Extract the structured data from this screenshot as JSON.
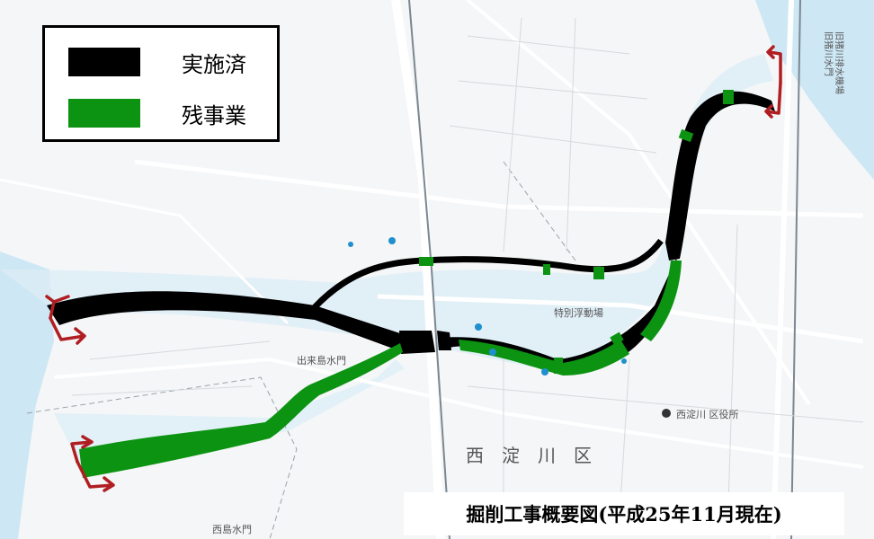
{
  "legend": {
    "items": [
      {
        "label": "実施済",
        "color": "#000000"
      },
      {
        "label": "残事業",
        "color": "#0b9311"
      }
    ]
  },
  "caption": "掘削工事概要図(平成25年11月現在)",
  "labels": {
    "ward": "西　淀　川　区",
    "ward_office": "西淀川 区役所",
    "west_gate": "西島水門",
    "east_gate": "出来島水門",
    "facility": "特別浮動場",
    "old_gate": "旧猪川排水機場",
    "gate_ne": "旧猪川水門"
  },
  "colors": {
    "water": "#cde7f4",
    "land": "#f4f6f7",
    "road": "#ffffff",
    "completed": "#000000",
    "remaining": "#0b9311",
    "arrow": "#b01e22"
  }
}
